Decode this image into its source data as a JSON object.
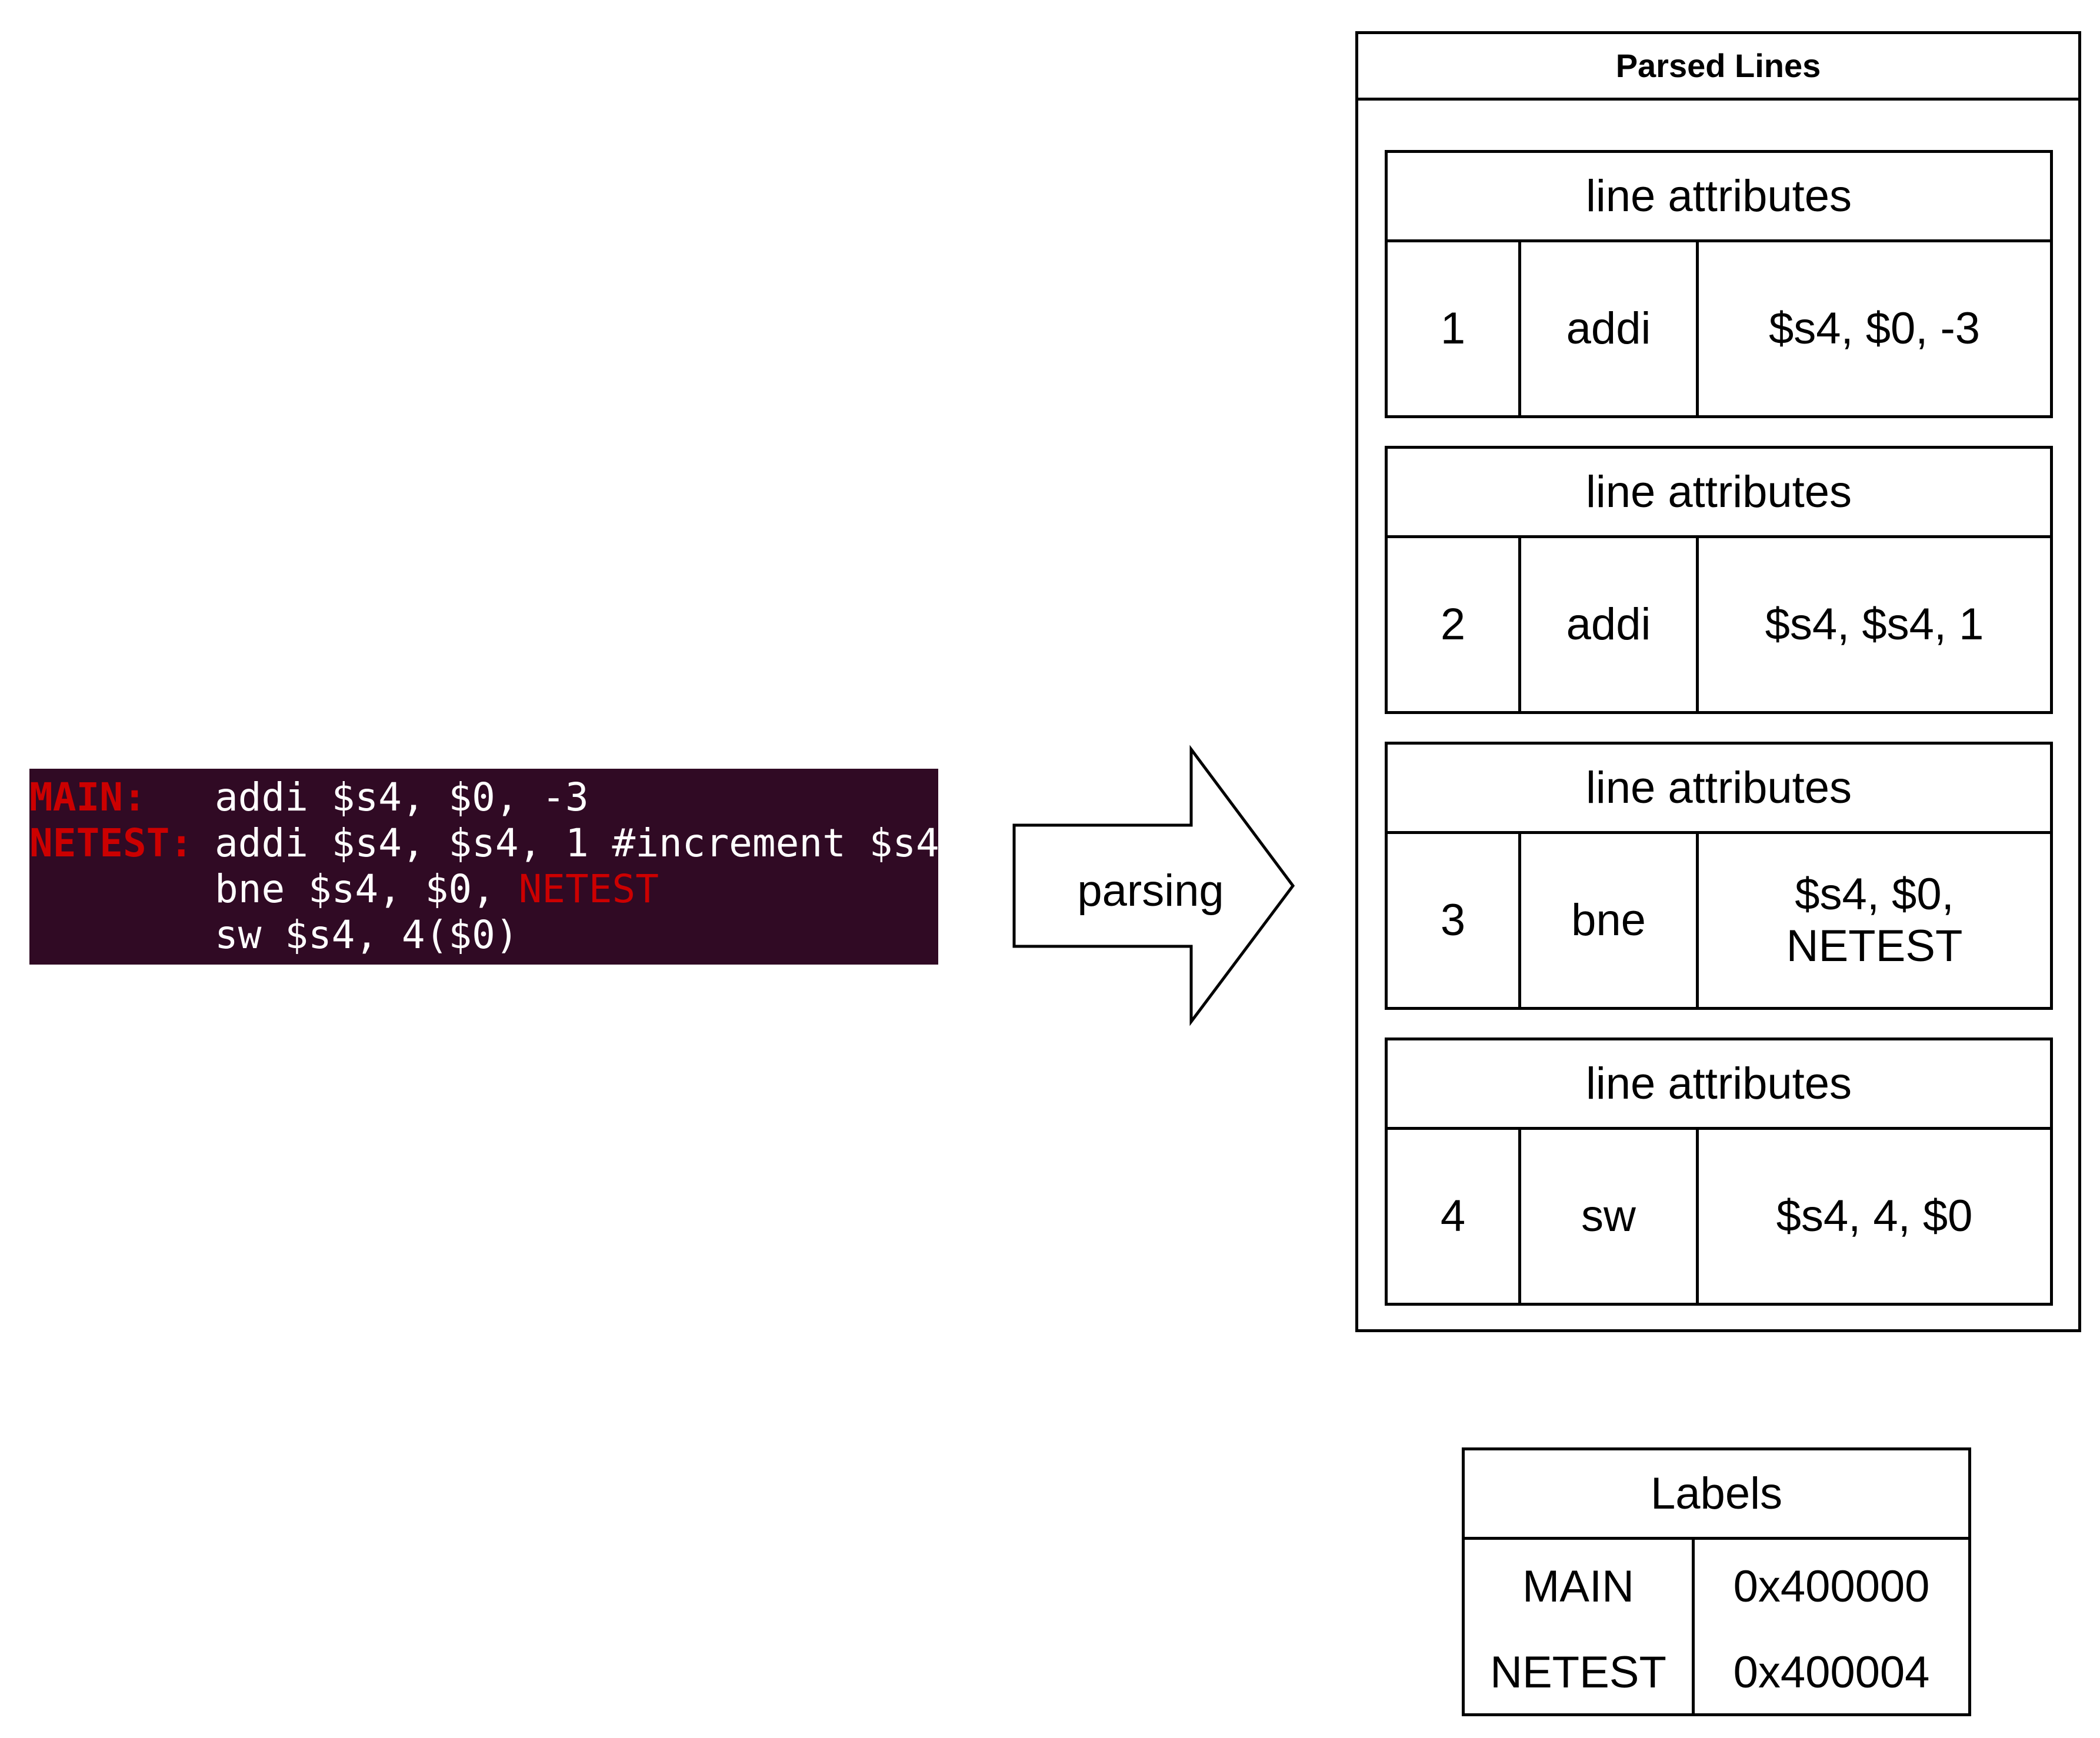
{
  "colors": {
    "terminal_background": "#300a24",
    "label_red": "#cc0000",
    "code_text": "#ffffff",
    "stroke": "#000000"
  },
  "source_code": {
    "lines": [
      {
        "label": "MAIN:",
        "instruction": "addi $s4, $0, -3",
        "label_ref": ""
      },
      {
        "label": "NETEST:",
        "instruction": "addi $s4, $s4, 1 #increment $s4",
        "label_ref": ""
      },
      {
        "label": "",
        "instruction": "bne $s4, $0, ",
        "label_ref": "NETEST"
      },
      {
        "label": "",
        "instruction": "sw $s4, 4($0)",
        "label_ref": ""
      }
    ]
  },
  "arrow": {
    "label": "parsing"
  },
  "parsed_lines": {
    "title": "Parsed Lines",
    "cards": [
      {
        "title": "line attributes",
        "number": "1",
        "opcode": "addi",
        "operands": "$s4, $0, -3"
      },
      {
        "title": "line attributes",
        "number": "2",
        "opcode": "addi",
        "operands": "$s4, $s4, 1"
      },
      {
        "title": "line attributes",
        "number": "3",
        "opcode": "bne",
        "operands": "$s4, $0, NETEST"
      },
      {
        "title": "line attributes",
        "number": "4",
        "opcode": "sw",
        "operands": "$s4, 4, $0"
      }
    ]
  },
  "labels_table": {
    "title": "Labels",
    "rows": [
      {
        "name": "MAIN",
        "address": "0x400000"
      },
      {
        "name": "NETEST",
        "address": "0x400004"
      }
    ]
  }
}
